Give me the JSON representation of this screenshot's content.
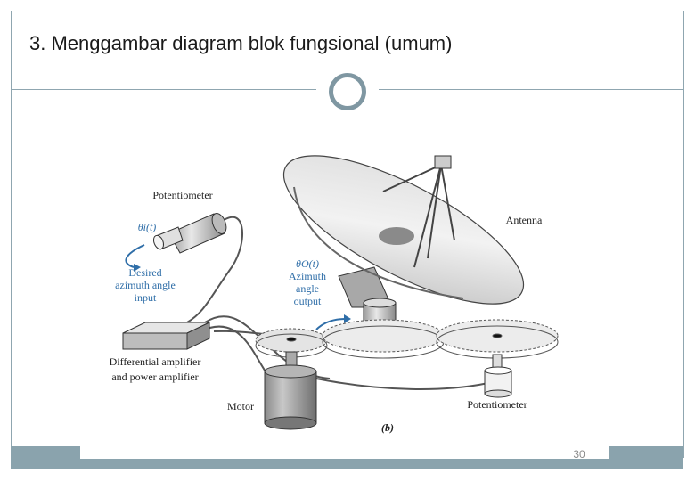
{
  "slide": {
    "title": "3. Menggambar diagram blok fungsional (umum)",
    "page_number": "30"
  },
  "figure": {
    "labels": {
      "potentiometer_input": "Potentiometer",
      "theta_i": "θi(t)",
      "desired_1": "Desired",
      "desired_2": "azimuth angle",
      "desired_3": "input",
      "theta_o": "θO(t)",
      "azimuth_1": "Azimuth",
      "azimuth_2": "angle",
      "azimuth_3": "output",
      "antenna": "Antenna",
      "diff_amp_1": "Differential amplifier",
      "diff_amp_2": "and power amplifier",
      "motor": "Motor",
      "potentiometer_output": "Potentiometer",
      "caption": "(b)"
    },
    "colors": {
      "accent": "#8aa3ad",
      "annotation": "#2f6ea8"
    }
  }
}
